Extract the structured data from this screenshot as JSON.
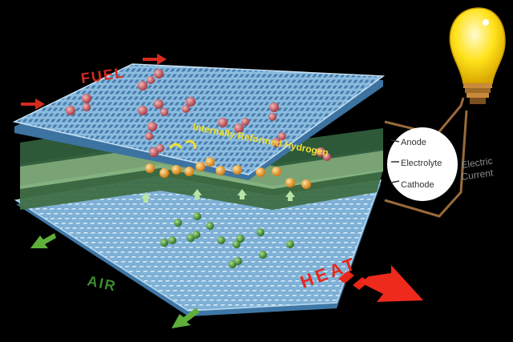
{
  "labels": {
    "fuel": "FUEL",
    "air": "AIR",
    "heat": "HEAT",
    "reformed": "Internally Reformed Hydrogen",
    "anode": "Anode",
    "electrolyte": "Electrolyte",
    "cathode": "Cathode",
    "current_line1": "Electric",
    "current_line2": "Current"
  },
  "colors": {
    "background": "#000000",
    "plate": "#7fb3d8",
    "anode_layer": "#2f5e3c",
    "electrolyte_layer": "#8fbf8a",
    "cathode_layer": "#3f6f46",
    "fuel_label": "#d62a1e",
    "air_label": "#3d8b2f",
    "heat_label": "#e8261a",
    "hydrogen_label": "#f0e030",
    "fuel_molecule": "#c0505a",
    "hydrogen_ion": "#f0a630",
    "oxygen_ion": "#3c8a2c",
    "wire": "#9a6b3a",
    "bulb": "#ffe21a"
  },
  "icons": [
    "light-bulb-icon",
    "arrow-icon"
  ]
}
